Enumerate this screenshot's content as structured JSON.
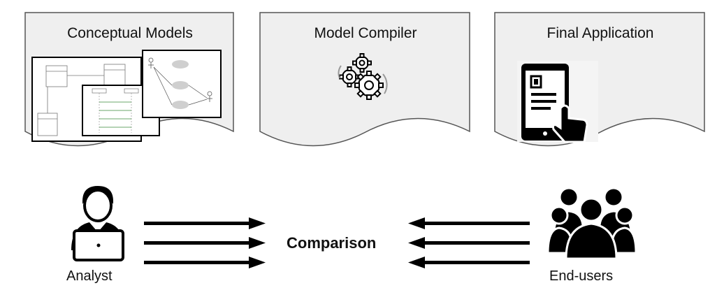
{
  "panels": {
    "conceptual": {
      "title": "Conceptual Models",
      "icon": "uml-diagrams-icon"
    },
    "compiler": {
      "title": "Model Compiler",
      "icon": "gears-icon"
    },
    "final": {
      "title": "Final Application",
      "icon": "smartphone-touch-icon"
    }
  },
  "flow": {
    "center_label": "Comparison",
    "left_actor": {
      "label": "Analyst",
      "icon": "analyst-laptop-icon"
    },
    "right_actor": {
      "label": "End-users",
      "icon": "group-users-icon"
    }
  },
  "colors": {
    "panel_fill": "#efefef",
    "panel_stroke": "#555555",
    "ink": "#000000"
  }
}
